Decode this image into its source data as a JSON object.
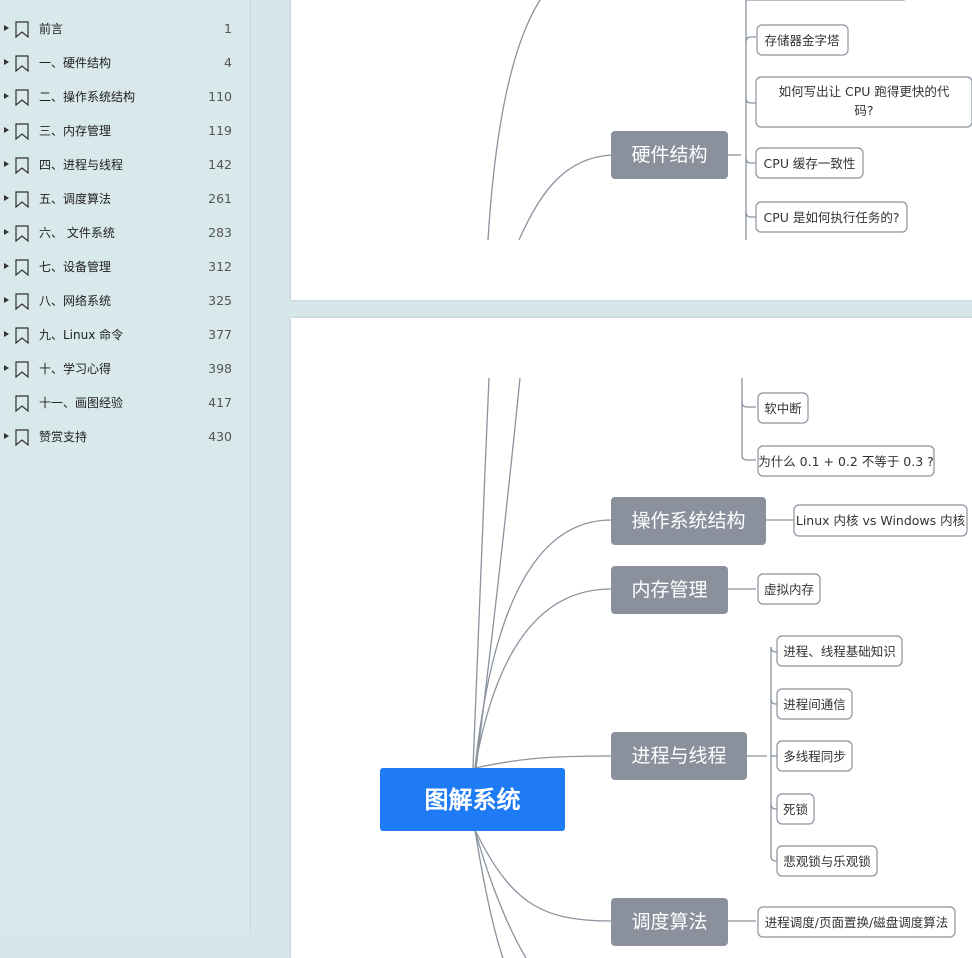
{
  "sidebar": {
    "items": [
      {
        "label": "前言",
        "page": "1",
        "expandable": true
      },
      {
        "label": "一、硬件结构",
        "page": "4",
        "expandable": true
      },
      {
        "label": "二、操作系统结构",
        "page": "110",
        "expandable": true
      },
      {
        "label": "三、内存管理",
        "page": "119",
        "expandable": true
      },
      {
        "label": "四、进程与线程",
        "page": "142",
        "expandable": true
      },
      {
        "label": "五、调度算法",
        "page": "261",
        "expandable": true
      },
      {
        "label": "六、 文件系统",
        "page": "283",
        "expandable": true
      },
      {
        "label": "七、设备管理",
        "page": "312",
        "expandable": true
      },
      {
        "label": "八、网络系统",
        "page": "325",
        "expandable": true
      },
      {
        "label": "九、Linux 命令",
        "page": "377",
        "expandable": true
      },
      {
        "label": "十、学习心得",
        "page": "398",
        "expandable": true
      },
      {
        "label": "十一、画图经验",
        "page": "417",
        "expandable": false
      },
      {
        "label": "赞赏支持",
        "page": "430",
        "expandable": true
      }
    ]
  },
  "page1": {
    "branch": "硬件结构",
    "leaves": {
      "storage": "存储器金字塔",
      "faster_line1": "如何写出让 CPU 跑得更快的代",
      "faster_line2": "码?",
      "cache": "CPU 缓存一致性",
      "execute": "CPU 是如何执行任务的?"
    }
  },
  "page2": {
    "root": "图解系统",
    "leaves_top": {
      "softirq": "软中断",
      "float": "为什么 0.1 + 0.2 不等于 0.3 ?"
    },
    "os_structure": {
      "branch": "操作系统结构",
      "leaf": "Linux 内核 vs Windows 内核"
    },
    "memory": {
      "branch": "内存管理",
      "leaf": "虚拟内存"
    },
    "process": {
      "branch": "进程与线程",
      "leaves": [
        "进程、线程基础知识",
        "进程间通信",
        "多线程同步",
        "死锁",
        "悲观锁与乐观锁"
      ]
    },
    "scheduling": {
      "branch": "调度算法",
      "leaf": "进程调度/页面置换/磁盘调度算法"
    }
  },
  "colors": {
    "root_fill": "#1e7bf5",
    "branch_fill": "#8a919c",
    "line": "#8a939e",
    "leaf_border": "#8a939e"
  }
}
